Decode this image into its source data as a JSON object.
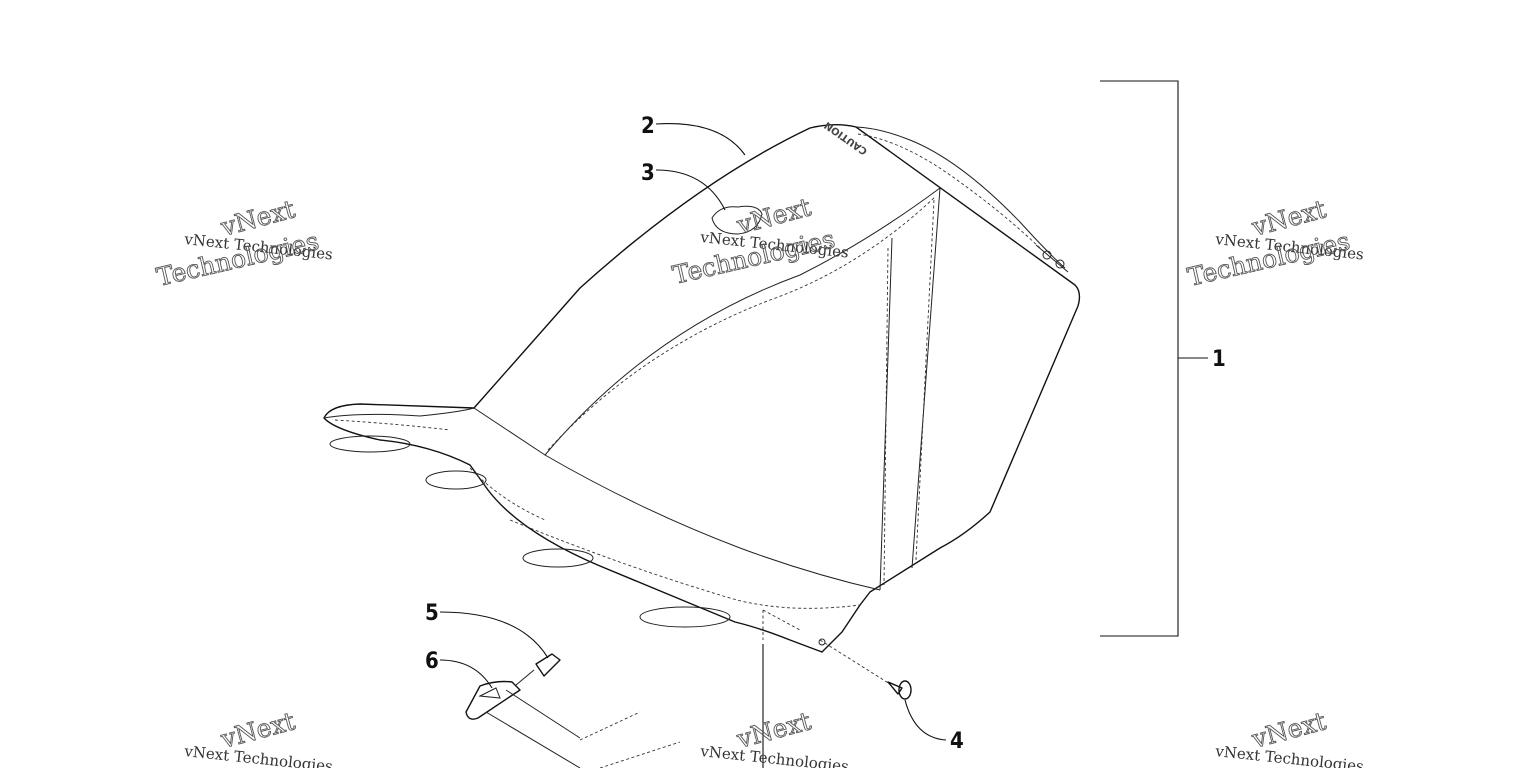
{
  "callouts": [
    "1",
    "2",
    "3",
    "4",
    "5",
    "6"
  ],
  "watermark": {
    "line1": "vNext Technologies",
    "line2": "vNext",
    "line3": "Technologies"
  },
  "decal_text": "CAUTION"
}
